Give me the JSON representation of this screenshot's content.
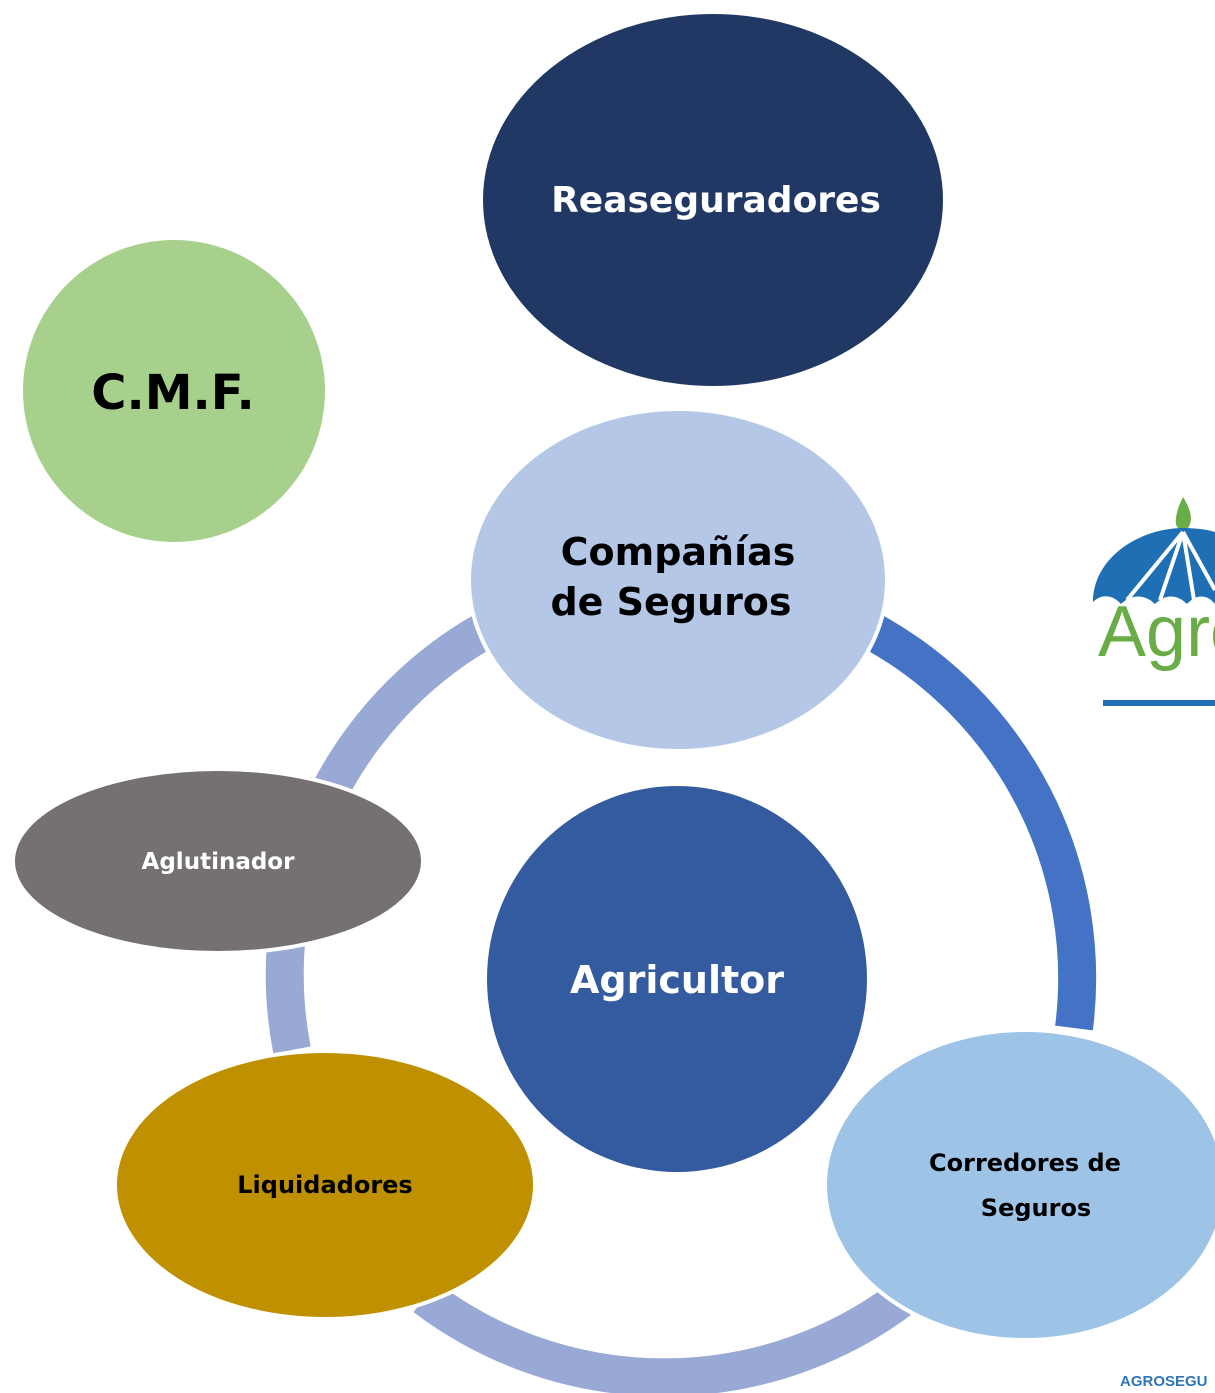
{
  "colors": {
    "ring_light": "#98a9d5",
    "ring_dark": "#4472c4",
    "reaseguradores": "#213864",
    "cmf": "#a8d08d",
    "companias": "#b4c7e7",
    "aglutinador": "#767171",
    "agricultor": "#345a9f",
    "liquidadores": "#bf9000",
    "corredores": "#9dc3e6",
    "text_dark": "#000000",
    "text_light": "#ffffff",
    "logo_blue": "#1f6fb5",
    "logo_green": "#6aac46",
    "footer": "#2e75b6"
  },
  "nodes": {
    "reaseguradores": {
      "label": "Reaseguradores"
    },
    "cmf": {
      "label": "C.M.F."
    },
    "companias": {
      "line1": "Compañías",
      "line2": "de Seguros"
    },
    "aglutinador": {
      "label": "Aglutinador"
    },
    "agricultor": {
      "label": "Agricultor"
    },
    "liquidadores": {
      "label": "Liquidadores"
    },
    "corredores": {
      "line1": "Corredores  de",
      "line2": "Seguros"
    }
  },
  "logo": {
    "icon": "umbrella-icon",
    "text": "Agro"
  },
  "footer": {
    "text": "AGROSEGU"
  }
}
